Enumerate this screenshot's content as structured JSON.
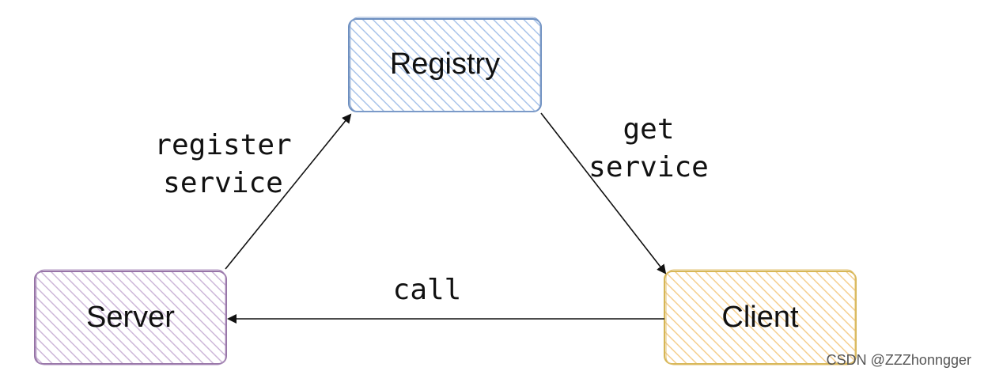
{
  "nodes": {
    "registry": {
      "label": "Registry",
      "fill": "#dae8fc",
      "stroke": "#6c8ebf"
    },
    "server": {
      "label": "Server",
      "fill": "#e1d5e7",
      "stroke": "#9673a6"
    },
    "client": {
      "label": "Client",
      "fill": "#ffe6cc",
      "stroke": "#d6b656"
    }
  },
  "edges": {
    "register": {
      "line1": "register",
      "line2": "service"
    },
    "get": {
      "line1": "get",
      "line2": "service"
    },
    "call": {
      "label": "call"
    }
  },
  "watermark": "CSDN @ZZZhonngger"
}
